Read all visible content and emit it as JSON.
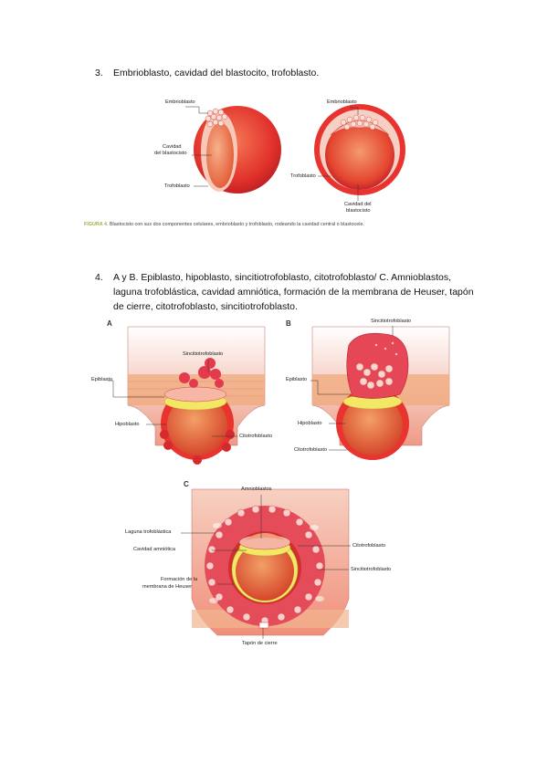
{
  "item3": {
    "number": "3.",
    "text": "Embrioblasto, cavidad del blastocito, trofoblasto."
  },
  "figure4": {
    "labels_left": {
      "embrioblasto": "Embrioblasto",
      "cavidad_line1": "Cavidad",
      "cavidad_line2": "del blastocisto",
      "trofoblasto": "Trofoblasto"
    },
    "labels_right": {
      "embrioblasto": "Embrioblasto",
      "trofoblasto": "Trofoblasto",
      "cavidad_line1": "Cavidad del",
      "cavidad_line2": "blastocisto"
    },
    "caption_prefix": "FIGURA 4.",
    "caption_text": " Blastocisto con sus dos componentes celulares, embrioblasto y trofoblasto, rodeando la cavidad central o blastocele."
  },
  "item4": {
    "number": "4.",
    "line1": "A y B. Epiblasto, hipoblasto, sincitiotrofoblasto, citotrofoblasto/ C. Amnioblastos,",
    "line2": "laguna trofoblástica, cavidad amniótica, formación de la membrana de Heuser, tapón",
    "line3": "de cierre, citotrofoblasto, sincitiotrofoblasto."
  },
  "panelA": {
    "letter": "A",
    "sincitio": "Sincitiotrofoblasto",
    "epiblasto": "Epiblasto",
    "hipoblasto": "Hipoblasto",
    "citotrofoblasto": "Citotrofoblasto"
  },
  "panelB": {
    "letter": "B",
    "sincitio": "Sincitiotrofoblasto",
    "epiblasto": "Epiblasto",
    "hipoblasto": "Hipoblasto",
    "citotrofoblasto": "Citotrofoblasto"
  },
  "panelC": {
    "letter": "C",
    "amnioblastos": "Amnioblastos",
    "laguna": "Laguna trofoblástica",
    "cavidad": "Cavidad amniótica",
    "citotrofoblasto": "Citotrofoblasto",
    "sincitio": "Sincitiotrofoblasto",
    "heuser_line1": "Formación de la",
    "heuser_line2": "membrana de Heuser",
    "tapon": "Tapón de cierre"
  },
  "colors": {
    "red": "#e8332e",
    "dark_red": "#c61f24",
    "orange": "#f0a070",
    "yellow": "#f3e866",
    "caption_green": "#9bb34a",
    "pink": "#f4c7c0"
  }
}
